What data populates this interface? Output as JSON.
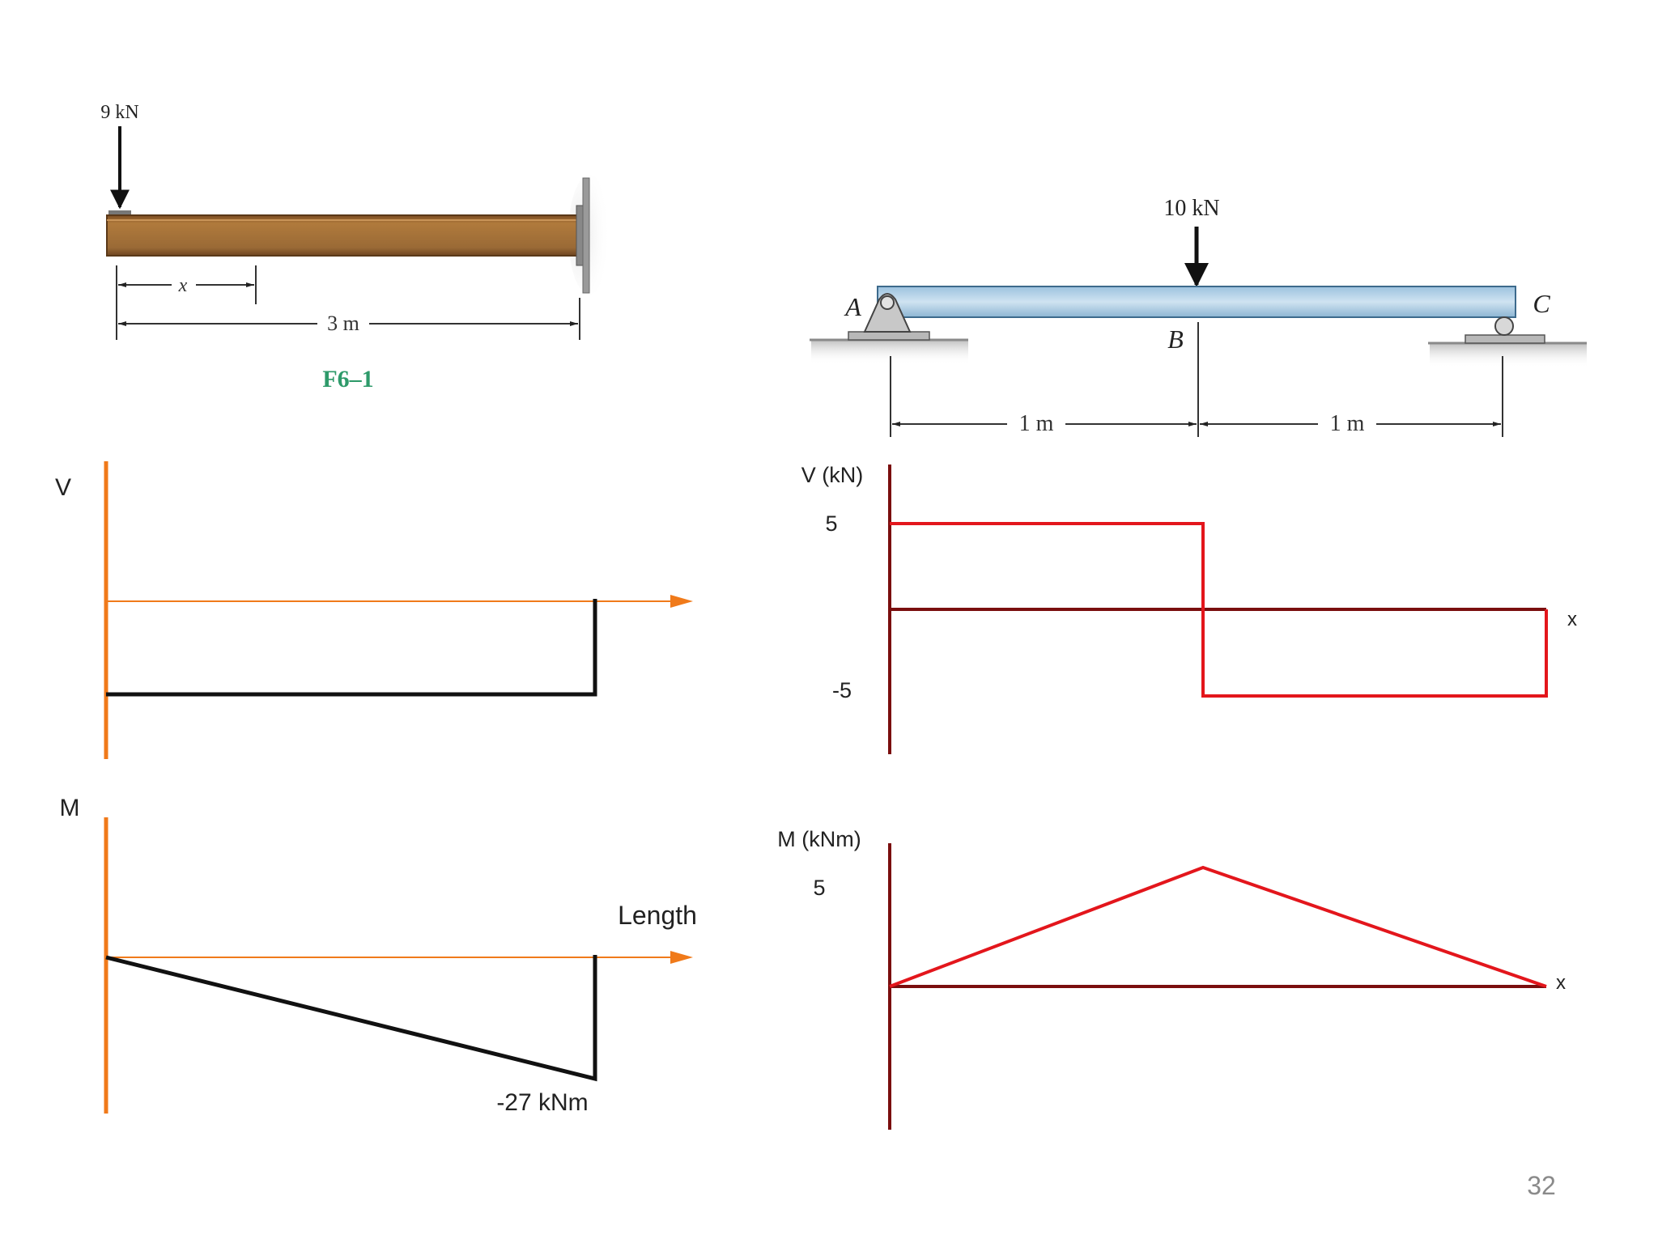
{
  "slide": {
    "page_number": "32"
  },
  "cantilever": {
    "load_label": "9 kN",
    "x_label": "x",
    "length_label": "3 m",
    "figure_id": "F6–1",
    "colors": {
      "beam": "#9a6a36",
      "caption": "#2e9a6a"
    }
  },
  "simply_supported": {
    "load_label": "10 kN",
    "point_a": "A",
    "point_b": "B",
    "point_c": "C",
    "span_1_label": "1 m",
    "span_2_label": "1 m",
    "colors": {
      "beam": "#b9d6ea"
    }
  },
  "left_shear": {
    "axis_label": "V",
    "colors": {
      "axis": "#f07a1a",
      "curve": "#111111"
    }
  },
  "left_moment": {
    "axis_label": "M",
    "x_axis_label": "Length",
    "min_label": "-27 kNm",
    "colors": {
      "axis": "#f07a1a",
      "curve": "#111111"
    }
  },
  "right_shear": {
    "axis_label": "V (kN)",
    "tick_top": "5",
    "tick_bottom": "-5",
    "x_label": "x",
    "colors": {
      "axis": "#7a0e0e",
      "curve": "#e3161c"
    }
  },
  "right_moment": {
    "axis_label": "M (kNm)",
    "tick_top": "5",
    "x_label": "x",
    "colors": {
      "axis": "#7a0e0e",
      "curve": "#e3161c"
    }
  }
}
